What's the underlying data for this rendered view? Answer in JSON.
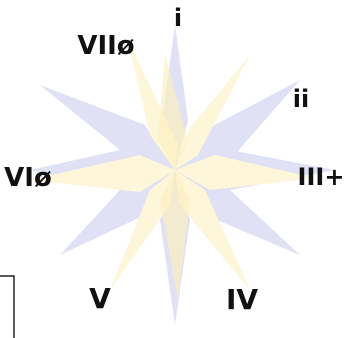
{
  "labels": {
    "i": "i",
    "ii": "ii",
    "iii": "III+",
    "iv": "IV",
    "v": "V",
    "vi": "VIø",
    "vii": "VIIø"
  },
  "colors": {
    "blue_petal": "#e0e1f5",
    "yellow_petal": "#fdf6d8",
    "yellow_petal_center": "#fbefc0",
    "ink": "#111111",
    "frame": "#222222"
  }
}
